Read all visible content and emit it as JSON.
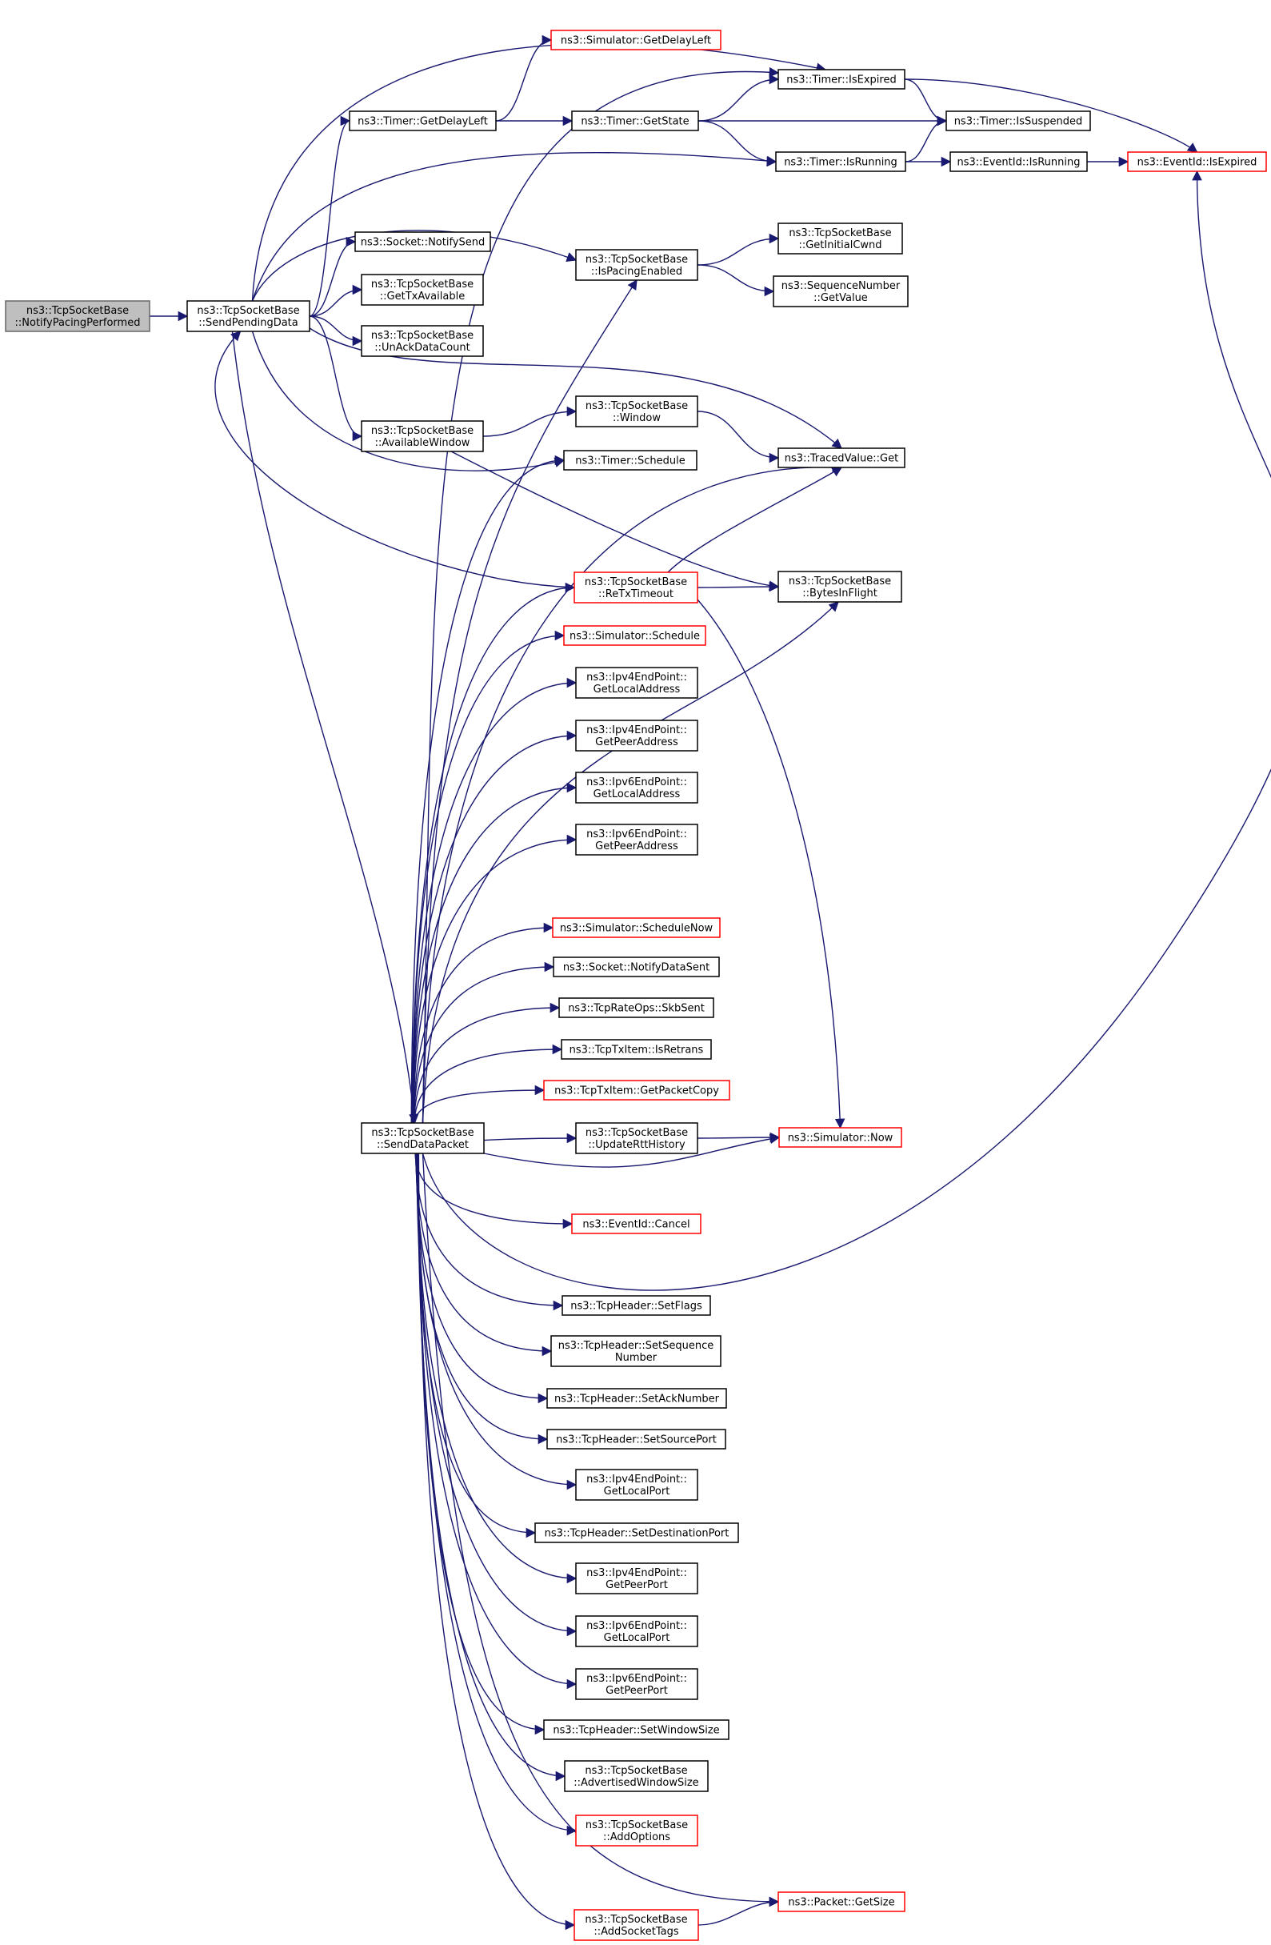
{
  "graph": {
    "title": "",
    "colors": {
      "edge": "#191970",
      "box": "#000000",
      "missing_box": "#ff0000",
      "root_fill": "#bfbfbf",
      "background": "#ffffff"
    },
    "nodes": [
      {
        "id": "n0",
        "lines": [
          "ns3::TcpSocketBase",
          "::NotifyPacingPerformed"
        ],
        "style": "root"
      },
      {
        "id": "n1",
        "lines": [
          "ns3::TcpSocketBase",
          "::SendPendingData"
        ],
        "style": "normal"
      },
      {
        "id": "n2",
        "lines": [
          "ns3::Simulator::GetDelayLeft"
        ],
        "style": "missing"
      },
      {
        "id": "n3",
        "lines": [
          "ns3::Timer::GetDelayLeft"
        ],
        "style": "normal"
      },
      {
        "id": "n4",
        "lines": [
          "ns3::Timer::IsExpired"
        ],
        "style": "normal"
      },
      {
        "id": "n5",
        "lines": [
          "ns3::Timer::GetState"
        ],
        "style": "normal"
      },
      {
        "id": "n6",
        "lines": [
          "ns3::Timer::IsSuspended"
        ],
        "style": "normal"
      },
      {
        "id": "n7",
        "lines": [
          "ns3::Timer::IsRunning"
        ],
        "style": "normal"
      },
      {
        "id": "n8",
        "lines": [
          "ns3::EventId::IsRunning"
        ],
        "style": "normal"
      },
      {
        "id": "n9",
        "lines": [
          "ns3::EventId::IsExpired"
        ],
        "style": "missing"
      },
      {
        "id": "n10",
        "lines": [
          "ns3::Socket::NotifySend"
        ],
        "style": "normal"
      },
      {
        "id": "n11",
        "lines": [
          "ns3::TcpSocketBase",
          "::IsPacingEnabled"
        ],
        "style": "normal"
      },
      {
        "id": "n12",
        "lines": [
          "ns3::TcpSocketBase",
          "::GetInitialCwnd"
        ],
        "style": "normal"
      },
      {
        "id": "n13",
        "lines": [
          "ns3::SequenceNumber",
          "::GetValue"
        ],
        "style": "normal"
      },
      {
        "id": "n14",
        "lines": [
          "ns3::TcpSocketBase",
          "::GetTxAvailable"
        ],
        "style": "normal"
      },
      {
        "id": "n15",
        "lines": [
          "ns3::TcpSocketBase",
          "::UnAckDataCount"
        ],
        "style": "normal"
      },
      {
        "id": "n16",
        "lines": [
          "ns3::TcpSocketBase",
          "::AvailableWindow"
        ],
        "style": "normal"
      },
      {
        "id": "n17",
        "lines": [
          "ns3::TcpSocketBase",
          "::Window"
        ],
        "style": "normal"
      },
      {
        "id": "n18",
        "lines": [
          "ns3::TracedValue::Get"
        ],
        "style": "normal"
      },
      {
        "id": "n19",
        "lines": [
          "ns3::Timer::Schedule"
        ],
        "style": "normal"
      },
      {
        "id": "n20",
        "lines": [
          "ns3::TcpSocketBase",
          "::ReTxTimeout"
        ],
        "style": "missing"
      },
      {
        "id": "n21",
        "lines": [
          "ns3::TcpSocketBase",
          "::BytesInFlight"
        ],
        "style": "normal"
      },
      {
        "id": "n22",
        "lines": [
          "ns3::Simulator::Schedule"
        ],
        "style": "missing"
      },
      {
        "id": "n23",
        "lines": [
          "ns3::Ipv4EndPoint::",
          "GetLocalAddress"
        ],
        "style": "normal"
      },
      {
        "id": "n24",
        "lines": [
          "ns3::Ipv4EndPoint::",
          "GetPeerAddress"
        ],
        "style": "normal"
      },
      {
        "id": "n25",
        "lines": [
          "ns3::Ipv6EndPoint::",
          "GetLocalAddress"
        ],
        "style": "normal"
      },
      {
        "id": "n26",
        "lines": [
          "ns3::Ipv6EndPoint::",
          "GetPeerAddress"
        ],
        "style": "normal"
      },
      {
        "id": "n27",
        "lines": [
          "ns3::Simulator::ScheduleNow"
        ],
        "style": "missing"
      },
      {
        "id": "n28",
        "lines": [
          "ns3::Socket::NotifyDataSent"
        ],
        "style": "normal"
      },
      {
        "id": "n29",
        "lines": [
          "ns3::TcpRateOps::SkbSent"
        ],
        "style": "normal"
      },
      {
        "id": "n30",
        "lines": [
          "ns3::TcpTxItem::IsRetrans"
        ],
        "style": "normal"
      },
      {
        "id": "n31",
        "lines": [
          "ns3::TcpTxItem::GetPacketCopy"
        ],
        "style": "missing"
      },
      {
        "id": "n32",
        "lines": [
          "ns3::TcpSocketBase",
          "::SendDataPacket"
        ],
        "style": "normal"
      },
      {
        "id": "n33",
        "lines": [
          "ns3::TcpSocketBase",
          "::UpdateRttHistory"
        ],
        "style": "normal"
      },
      {
        "id": "n34",
        "lines": [
          "ns3::Simulator::Now"
        ],
        "style": "missing"
      },
      {
        "id": "n35",
        "lines": [
          "ns3::EventId::Cancel"
        ],
        "style": "missing"
      },
      {
        "id": "n36",
        "lines": [
          "ns3::TcpHeader::SetFlags"
        ],
        "style": "normal"
      },
      {
        "id": "n37",
        "lines": [
          "ns3::TcpHeader::SetSequence",
          "Number"
        ],
        "style": "normal"
      },
      {
        "id": "n38",
        "lines": [
          "ns3::TcpHeader::SetAckNumber"
        ],
        "style": "normal"
      },
      {
        "id": "n39",
        "lines": [
          "ns3::TcpHeader::SetSourcePort"
        ],
        "style": "normal"
      },
      {
        "id": "n40",
        "lines": [
          "ns3::Ipv4EndPoint::",
          "GetLocalPort"
        ],
        "style": "normal"
      },
      {
        "id": "n41",
        "lines": [
          "ns3::TcpHeader::SetDestinationPort"
        ],
        "style": "normal"
      },
      {
        "id": "n42",
        "lines": [
          "ns3::Ipv4EndPoint::",
          "GetPeerPort"
        ],
        "style": "normal"
      },
      {
        "id": "n43",
        "lines": [
          "ns3::Ipv6EndPoint::",
          "GetLocalPort"
        ],
        "style": "normal"
      },
      {
        "id": "n44",
        "lines": [
          "ns3::Ipv6EndPoint::",
          "GetPeerPort"
        ],
        "style": "normal"
      },
      {
        "id": "n45",
        "lines": [
          "ns3::TcpHeader::SetWindowSize"
        ],
        "style": "normal"
      },
      {
        "id": "n46",
        "lines": [
          "ns3::TcpSocketBase",
          "::AdvertisedWindowSize"
        ],
        "style": "normal"
      },
      {
        "id": "n47",
        "lines": [
          "ns3::TcpSocketBase",
          "::AddOptions"
        ],
        "style": "missing"
      },
      {
        "id": "n48",
        "lines": [
          "ns3::Packet::GetSize"
        ],
        "style": "missing"
      },
      {
        "id": "n49",
        "lines": [
          "ns3::TcpSocketBase",
          "::AddSocketTags"
        ],
        "style": "missing"
      }
    ],
    "edges": [
      [
        "n0",
        "n1"
      ],
      [
        "n1",
        "n4"
      ],
      [
        "n1",
        "n3"
      ],
      [
        "n1",
        "n7"
      ],
      [
        "n1",
        "n11"
      ],
      [
        "n1",
        "n10"
      ],
      [
        "n1",
        "n14"
      ],
      [
        "n1",
        "n15"
      ],
      [
        "n1",
        "n18"
      ],
      [
        "n1",
        "n16"
      ],
      [
        "n1",
        "n19"
      ],
      [
        "n1",
        "n32"
      ],
      [
        "n3",
        "n2"
      ],
      [
        "n3",
        "n5"
      ],
      [
        "n5",
        "n4"
      ],
      [
        "n5",
        "n6"
      ],
      [
        "n5",
        "n7"
      ],
      [
        "n4",
        "n6"
      ],
      [
        "n4",
        "n9"
      ],
      [
        "n7",
        "n6"
      ],
      [
        "n7",
        "n8"
      ],
      [
        "n8",
        "n9"
      ],
      [
        "n11",
        "n12"
      ],
      [
        "n11",
        "n13"
      ],
      [
        "n16",
        "n17"
      ],
      [
        "n16",
        "n21"
      ],
      [
        "n17",
        "n18"
      ],
      [
        "n20",
        "n1"
      ],
      [
        "n20",
        "n18"
      ],
      [
        "n20",
        "n21"
      ],
      [
        "n20",
        "n34"
      ],
      [
        "n32",
        "n4"
      ],
      [
        "n32",
        "n11"
      ],
      [
        "n32",
        "n19"
      ],
      [
        "n32",
        "n18"
      ],
      [
        "n32",
        "n20"
      ],
      [
        "n32",
        "n22"
      ],
      [
        "n32",
        "n23"
      ],
      [
        "n32",
        "n24"
      ],
      [
        "n32",
        "n25"
      ],
      [
        "n32",
        "n26"
      ],
      [
        "n32",
        "n21"
      ],
      [
        "n32",
        "n27"
      ],
      [
        "n32",
        "n28"
      ],
      [
        "n32",
        "n29"
      ],
      [
        "n32",
        "n30"
      ],
      [
        "n32",
        "n31"
      ],
      [
        "n32",
        "n33"
      ],
      [
        "n32",
        "n34"
      ],
      [
        "n32",
        "n35"
      ],
      [
        "n32",
        "n9"
      ],
      [
        "n32",
        "n36"
      ],
      [
        "n32",
        "n37"
      ],
      [
        "n32",
        "n38"
      ],
      [
        "n32",
        "n39"
      ],
      [
        "n32",
        "n40"
      ],
      [
        "n32",
        "n41"
      ],
      [
        "n32",
        "n42"
      ],
      [
        "n32",
        "n43"
      ],
      [
        "n32",
        "n44"
      ],
      [
        "n32",
        "n45"
      ],
      [
        "n32",
        "n46"
      ],
      [
        "n32",
        "n47"
      ],
      [
        "n32",
        "n48"
      ],
      [
        "n32",
        "n49"
      ],
      [
        "n33",
        "n34"
      ],
      [
        "n49",
        "n48"
      ]
    ]
  }
}
